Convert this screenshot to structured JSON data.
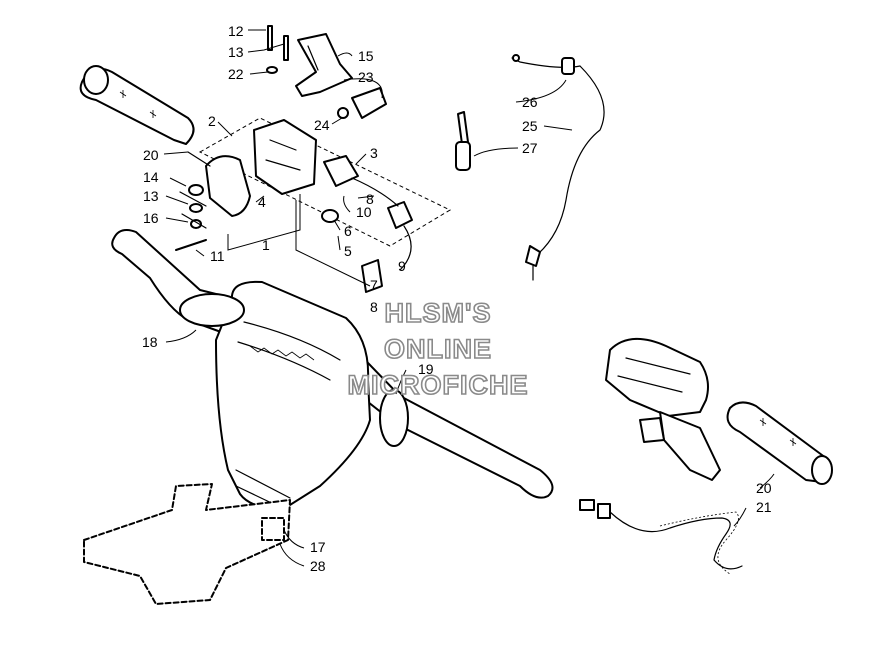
{
  "watermark": {
    "line1": "HLSM'S",
    "line2": "ONLINE",
    "line3": "MICROFICHE"
  },
  "callouts": [
    {
      "id": "c12",
      "label": "12"
    },
    {
      "id": "c13a",
      "label": "13"
    },
    {
      "id": "c22",
      "label": "22"
    },
    {
      "id": "c15",
      "label": "15"
    },
    {
      "id": "c23",
      "label": "23"
    },
    {
      "id": "c24",
      "label": "24"
    },
    {
      "id": "c2",
      "label": "2"
    },
    {
      "id": "c3",
      "label": "3"
    },
    {
      "id": "c20a",
      "label": "20"
    },
    {
      "id": "c14",
      "label": "14"
    },
    {
      "id": "c13b",
      "label": "13"
    },
    {
      "id": "c16",
      "label": "16"
    },
    {
      "id": "c4",
      "label": "4"
    },
    {
      "id": "c1",
      "label": "1"
    },
    {
      "id": "c11",
      "label": "11"
    },
    {
      "id": "c10",
      "label": "10"
    },
    {
      "id": "c8a",
      "label": "8"
    },
    {
      "id": "c6",
      "label": "6"
    },
    {
      "id": "c5",
      "label": "5"
    },
    {
      "id": "c9",
      "label": "9"
    },
    {
      "id": "c7",
      "label": "7"
    },
    {
      "id": "c8b",
      "label": "8"
    },
    {
      "id": "c26",
      "label": "26"
    },
    {
      "id": "c25",
      "label": "25"
    },
    {
      "id": "c27",
      "label": "27"
    },
    {
      "id": "c18",
      "label": "18"
    },
    {
      "id": "c19",
      "label": "19"
    },
    {
      "id": "c17",
      "label": "17"
    },
    {
      "id": "c28",
      "label": "28"
    },
    {
      "id": "c20b",
      "label": "20"
    },
    {
      "id": "c21",
      "label": "21"
    }
  ]
}
